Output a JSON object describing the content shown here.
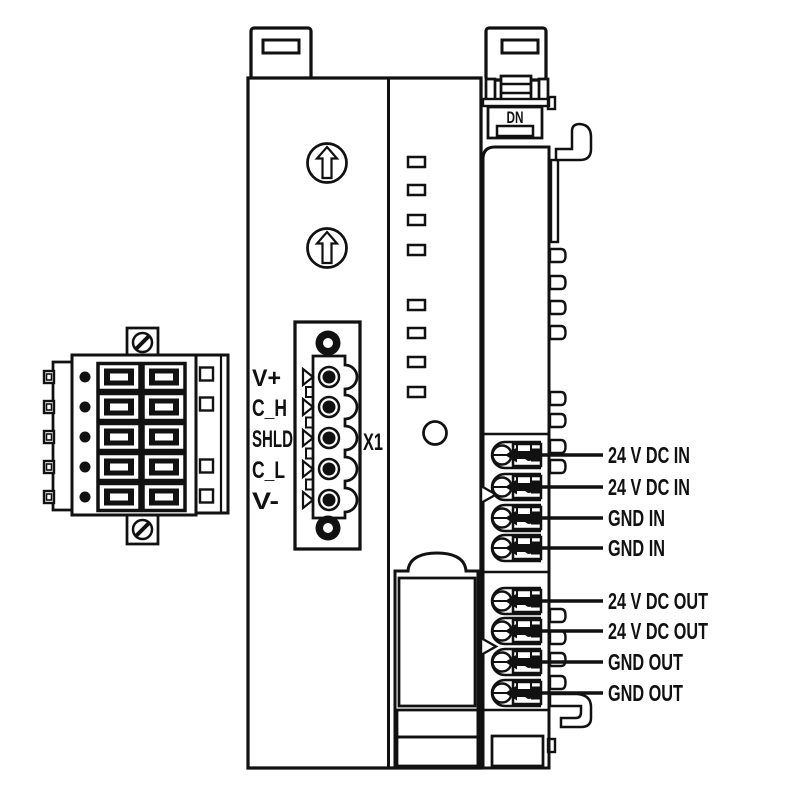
{
  "module": {
    "network_port_label": "DN",
    "connector_label": "X1",
    "pins": [
      "V+",
      "C_H",
      "SHLD",
      "C_L",
      "V-"
    ]
  },
  "terminals": {
    "labels": [
      "24 V DC IN",
      "24 V DC IN",
      "GND IN",
      "GND IN",
      "24 V DC OUT",
      "24 V DC OUT",
      "GND OUT",
      "GND OUT"
    ]
  }
}
